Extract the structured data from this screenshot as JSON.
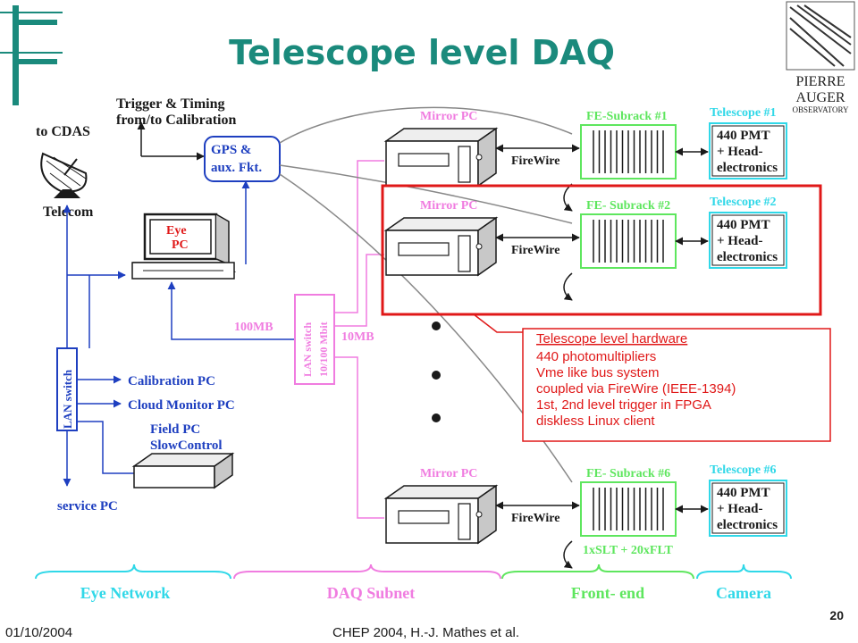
{
  "slide": {
    "title": "Telescope level DAQ",
    "footer_date": "01/10/2004",
    "footer_center": "CHEP 2004, H.-J. Mathes et al.",
    "page_number": "20"
  },
  "logo": {
    "line1": "PIERRE",
    "line2": "AUGER",
    "line3": "OBSERVATORY"
  },
  "left": {
    "to_cdas": "to CDAS",
    "telecom": "Telecom",
    "trigger_line1": "Trigger & Timing",
    "trigger_line2": "from/to Calibration",
    "gps_line1": "GPS &",
    "gps_line2": "aux. Fkt.",
    "eye_pc_line1": "Eye",
    "eye_pc_line2": "PC",
    "lan_switch": "LAN switch",
    "calibration_pc": "Calibration PC",
    "cloud_monitor_pc": "Cloud Monitor PC",
    "field_pc_line1": "Field PC",
    "field_pc_line2": "SlowControl",
    "service_pc": "service PC"
  },
  "middle": {
    "speed_100": "100MB",
    "speed_10": "10MB",
    "lan_switch2_line1": "LAN switch",
    "lan_switch2_line2": "10/100 Mbit"
  },
  "rows": [
    {
      "mirror": "Mirror PC",
      "link": "FireWire",
      "subrack": "FE-Subrack #1",
      "telescope": "Telescope #1",
      "pmt1": "440 PMT",
      "pmt2": "+ Head-",
      "pmt3": "electronics"
    },
    {
      "mirror": "Mirror PC",
      "link": "FireWire",
      "subrack": "FE- Subrack #2",
      "telescope": "Telescope #2",
      "pmt1": "440 PMT",
      "pmt2": "+ Head-",
      "pmt3": "electronics"
    },
    {
      "mirror": "Mirror PC",
      "link": "FireWire",
      "subrack": "FE- Subrack #6",
      "telescope": "Telescope #6",
      "pmt1": "440 PMT",
      "pmt2": "+ Head-",
      "pmt3": "electronics"
    }
  ],
  "slt_flt": "1xSLT + 20xFLT",
  "callout": {
    "title": "Telescope level hardware",
    "lines": [
      "440 photomultipliers",
      "Vme like bus system",
      "coupled via FireWire (IEEE-1394)",
      "1st, 2nd level trigger in FPGA",
      "diskless Linux client"
    ]
  },
  "sections": {
    "eye_network": "Eye Network",
    "daq_subnet": "DAQ Subnet",
    "front_end": "Front- end",
    "camera": "Camera"
  },
  "colors": {
    "title": "#1a8a7c",
    "blue": "#1e3fc0",
    "pink": "#f07ce0",
    "green": "#5ee65e",
    "cyan": "#30d8e8",
    "red": "#e01818",
    "dark": "#1a1a1a"
  }
}
